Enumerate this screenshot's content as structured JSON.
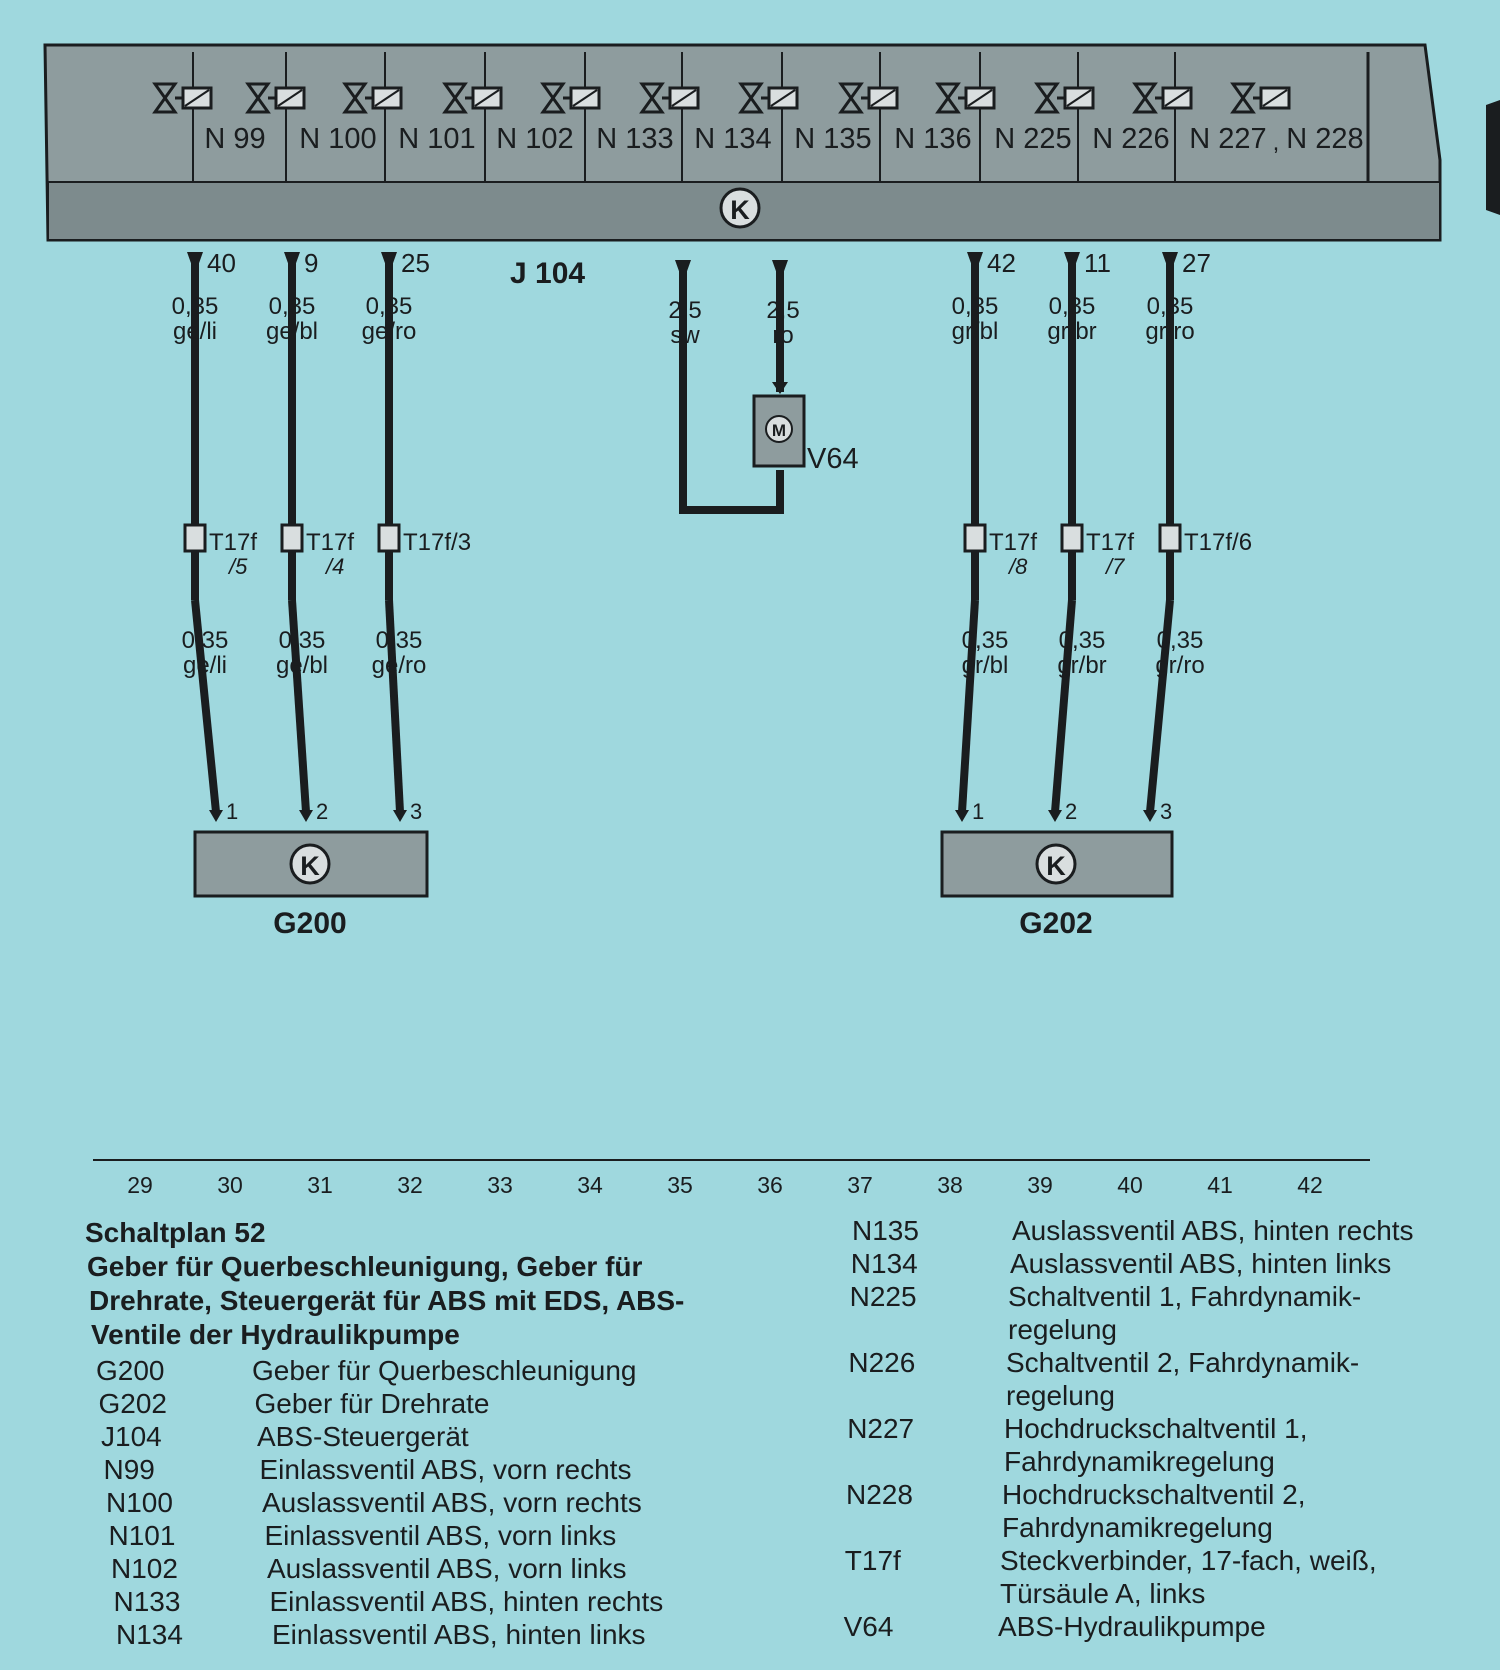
{
  "colors": {
    "background": "#9fd8de",
    "unit_fill": "#8e9c9e",
    "unit_band": "#7d8b8d",
    "wire": "#1a1d1f"
  },
  "control_unit": {
    "label": "J 104",
    "ground_symbol": "K",
    "valves": [
      "N 99",
      "N 100",
      "N 101",
      "N 102",
      "N 133",
      "N 134",
      "N 135",
      "N 136",
      "N 225",
      "N 226",
      "N 227",
      "N 228"
    ],
    "valve_separator": ","
  },
  "wires": [
    {
      "pin": "40",
      "size": "0,35",
      "color": "ge/li",
      "size2": "0,35",
      "color2": "ge/li",
      "connector_a": "T17f",
      "connector_b": "/5",
      "end_pin": "1"
    },
    {
      "pin": "9",
      "size": "0,35",
      "color": "ge/bl",
      "size2": "0,35",
      "color2": "ge/bl",
      "connector_a": "T17f",
      "connector_b": "/4",
      "end_pin": "2"
    },
    {
      "pin": "25",
      "size": "0,35",
      "color": "ge/ro",
      "size2": "0,35",
      "color2": "ge/ro",
      "connector_a": "T17f/3",
      "connector_b": "",
      "end_pin": "3"
    },
    {
      "pin": "42",
      "size": "0,35",
      "color": "gr/bl",
      "size2": "0,35",
      "color2": "gr/bl",
      "connector_a": "T17f",
      "connector_b": "/8",
      "end_pin": "1"
    },
    {
      "pin": "11",
      "size": "0,35",
      "color": "gr/br",
      "size2": "0,35",
      "color2": "gr/br",
      "connector_a": "T17f",
      "connector_b": "/7",
      "end_pin": "2"
    },
    {
      "pin": "27",
      "size": "0,35",
      "color": "gr/ro",
      "size2": "0,35",
      "color2": "gr/ro",
      "connector_a": "T17f/6",
      "connector_b": "",
      "end_pin": "3"
    }
  ],
  "pump": {
    "label": "V64",
    "symbol": "M",
    "wire_left": {
      "size": "2,5",
      "color": "sw"
    },
    "wire_right": {
      "size": "2,5",
      "color": "ro"
    }
  },
  "sensors": [
    {
      "label": "G200",
      "symbol": "K"
    },
    {
      "label": "G202",
      "symbol": "K"
    }
  ],
  "ruler": [
    "29",
    "30",
    "31",
    "32",
    "33",
    "34",
    "35",
    "36",
    "37",
    "38",
    "39",
    "40",
    "41",
    "42"
  ],
  "legend": {
    "title": "Schaltplan 52",
    "subtitle_lines": [
      "Geber für Querbeschleunigung, Geber für",
      "Drehrate, Steuergerät für ABS mit EDS, ABS-",
      "Ventile der Hydraulikpumpe"
    ],
    "left": [
      {
        "code": "G200",
        "desc": "Geber für Querbeschleunigung"
      },
      {
        "code": "G202",
        "desc": "Geber für Drehrate"
      },
      {
        "code": "J104",
        "desc": "ABS-Steuergerät"
      },
      {
        "code": "N99",
        "desc": "Einlassventil ABS, vorn rechts"
      },
      {
        "code": "N100",
        "desc": "Auslassventil ABS, vorn rechts"
      },
      {
        "code": "N101",
        "desc": "Einlassventil ABS, vorn links"
      },
      {
        "code": "N102",
        "desc": "Auslassventil ABS, vorn links"
      },
      {
        "code": "N133",
        "desc": "Einlassventil ABS, hinten rechts"
      },
      {
        "code": "N134",
        "desc": "Einlassventil ABS, hinten links"
      }
    ],
    "right": [
      {
        "code": "N135",
        "lines": [
          "Auslassventil ABS, hinten rechts"
        ]
      },
      {
        "code": "N134",
        "lines": [
          "Auslassventil ABS, hinten links"
        ]
      },
      {
        "code": "N225",
        "lines": [
          "Schaltventil 1, Fahrdynamik-",
          "regelung"
        ]
      },
      {
        "code": "N226",
        "lines": [
          "Schaltventil 2, Fahrdynamik-",
          "regelung"
        ]
      },
      {
        "code": "N227",
        "lines": [
          "Hochdruckschaltventil 1,",
          "Fahrdynamikregelung"
        ]
      },
      {
        "code": "N228",
        "lines": [
          "Hochdruckschaltventil 2,",
          "Fahrdynamikregelung"
        ]
      },
      {
        "code": "T17f",
        "lines": [
          "Steckverbinder, 17-fach, weiß,",
          "Türsäule A, links"
        ]
      },
      {
        "code": "V64",
        "lines": [
          "ABS-Hydraulikpumpe"
        ]
      }
    ]
  }
}
